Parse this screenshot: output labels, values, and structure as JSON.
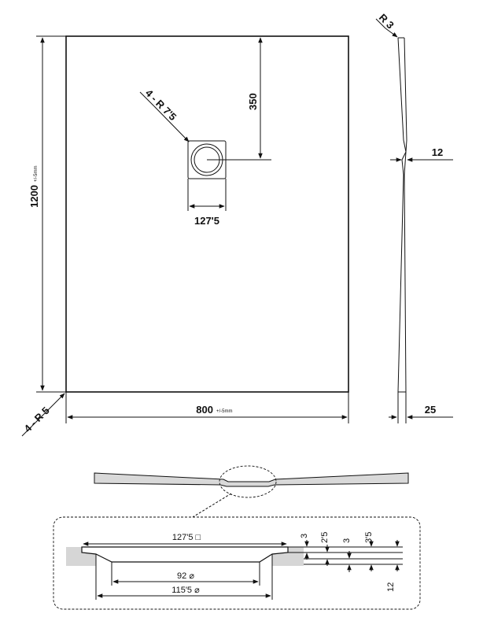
{
  "plan": {
    "length_value": "1200",
    "length_tolerance": "+/-5mm",
    "width_value": "800",
    "width_tolerance": "+/-5mm",
    "drain_offset": "350",
    "drain_size": "127'5",
    "drain_corner_radius": "4 - R 7'5",
    "tray_corner_radius": "4 - R 5"
  },
  "side_view": {
    "edge_radius": "R 3",
    "center_thickness": "12",
    "edge_thickness": "25"
  },
  "detail": {
    "outer_square": "127'5 □",
    "inner_diameter": "92 ⌀",
    "outer_diameter": "115'5 ⌀",
    "dims": [
      "3",
      "2'5",
      "3",
      "3'5"
    ],
    "depth": "12"
  }
}
